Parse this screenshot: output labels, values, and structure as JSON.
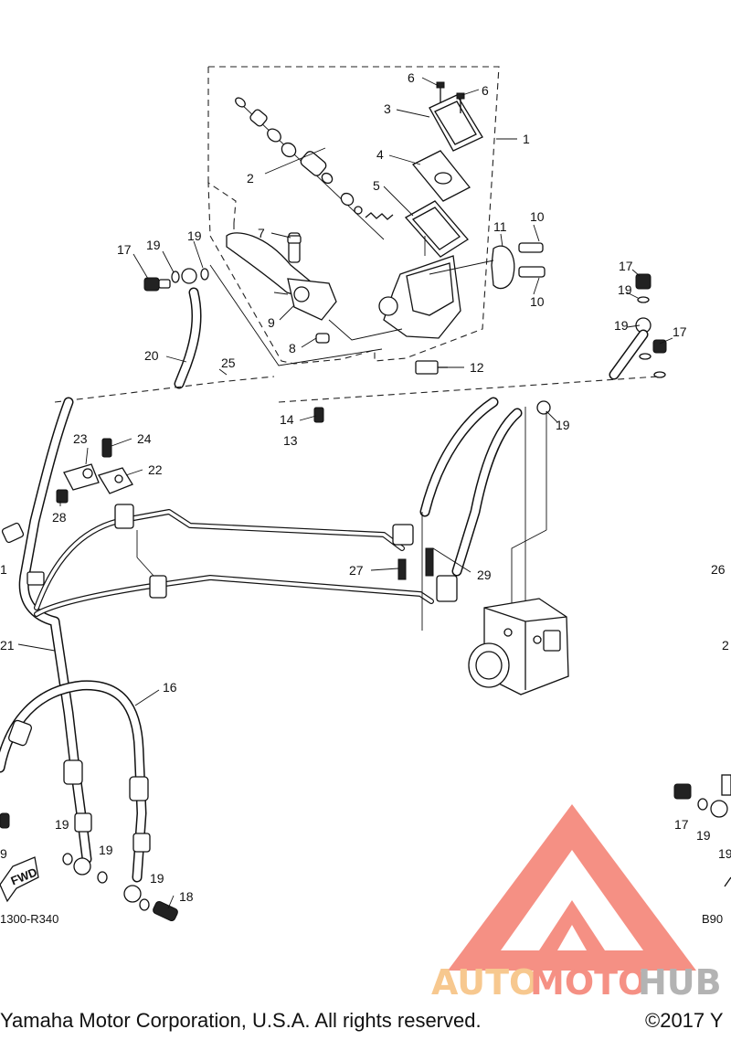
{
  "callouts": [
    {
      "id": "c1",
      "label": "1"
    },
    {
      "id": "c2",
      "label": "2"
    },
    {
      "id": "c3",
      "label": "3"
    },
    {
      "id": "c4",
      "label": "4"
    },
    {
      "id": "c5",
      "label": "5"
    },
    {
      "id": "c6a",
      "label": "6"
    },
    {
      "id": "c6b",
      "label": "6"
    },
    {
      "id": "c7",
      "label": "7"
    },
    {
      "id": "c8",
      "label": "8"
    },
    {
      "id": "c9",
      "label": "9"
    },
    {
      "id": "c10a",
      "label": "10"
    },
    {
      "id": "c10b",
      "label": "10"
    },
    {
      "id": "c11",
      "label": "11"
    },
    {
      "id": "c12",
      "label": "12"
    },
    {
      "id": "c13",
      "label": "13"
    },
    {
      "id": "c14",
      "label": "14"
    },
    {
      "id": "c16",
      "label": "16"
    },
    {
      "id": "c17a",
      "label": "17"
    },
    {
      "id": "c17b",
      "label": "17"
    },
    {
      "id": "c17c",
      "label": "17"
    },
    {
      "id": "c17d",
      "label": "17"
    },
    {
      "id": "c18",
      "label": "18"
    },
    {
      "id": "c19a",
      "label": "19"
    },
    {
      "id": "c19b",
      "label": "19"
    },
    {
      "id": "c19c",
      "label": "19"
    },
    {
      "id": "c19d",
      "label": "19"
    },
    {
      "id": "c19e",
      "label": "19"
    },
    {
      "id": "c19f",
      "label": "19"
    },
    {
      "id": "c19g",
      "label": "19"
    },
    {
      "id": "c19h",
      "label": "19"
    },
    {
      "id": "c19i",
      "label": "19"
    },
    {
      "id": "c19j",
      "label": "9"
    },
    {
      "id": "c19k",
      "label": "19"
    },
    {
      "id": "c20",
      "label": "20"
    },
    {
      "id": "c21",
      "label": "21"
    },
    {
      "id": "c22",
      "label": "22"
    },
    {
      "id": "c23",
      "label": "23"
    },
    {
      "id": "c24",
      "label": "24"
    },
    {
      "id": "c25",
      "label": "25"
    },
    {
      "id": "c26",
      "label": "26"
    },
    {
      "id": "c27",
      "label": "27"
    },
    {
      "id": "c28",
      "label": "28"
    },
    {
      "id": "c29",
      "label": "29"
    },
    {
      "id": "c2r",
      "label": "2"
    },
    {
      "id": "c1r",
      "label": "1"
    }
  ],
  "fwd_label": "FWD",
  "ref_left": "1300-R340",
  "ref_right": "B90",
  "footer_left": "Yamaha Motor Corporation, U.S.A. All rights reserved.",
  "footer_right": "©2017 Y",
  "watermark": {
    "part1": "AUTO",
    "part2": "MOTO",
    "part3": "HUB"
  },
  "colors": {
    "watermark_orange": "#f5b66a",
    "watermark_red": "#f26b5b",
    "watermark_gray": "#9a9a9a"
  }
}
